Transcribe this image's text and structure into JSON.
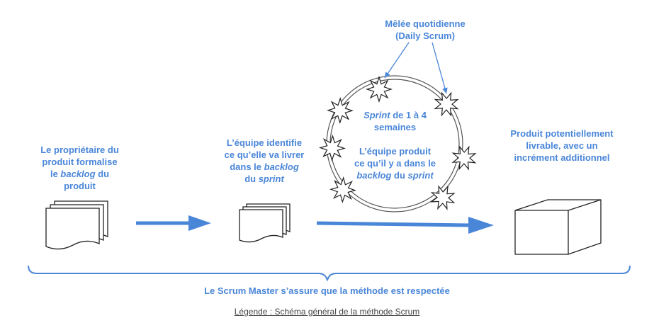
{
  "daily_scrum": {
    "line1": "Mêlée quotidienne",
    "line2": "(Daily Scrum)"
  },
  "owner": {
    "l1": "Le propriétaire du",
    "l2": "produit formalise",
    "l3a": "le ",
    "l3b": "backlog",
    "l3c": " du",
    "l4": "produit"
  },
  "team": {
    "l1": "L’équipe identifie",
    "l2": "ce qu’elle va livrer",
    "l3a": "dans le ",
    "l3b": "backlog",
    "l4a": "du ",
    "l4b": "sprint"
  },
  "sprint": {
    "l1a": "Sprint",
    "l1b": " de 1 à 4",
    "l2": "semaines",
    "l3": "L’équipe produit",
    "l4": "ce qu’il y a dans le",
    "l5a": "backlog",
    "l5b": " du ",
    "l5c": "sprint"
  },
  "product": {
    "l1": "Produit potentiellement",
    "l2": "livrable, avec un",
    "l3": "incrément additionnel"
  },
  "scrum_master": "Le Scrum Master s’assure que la méthode est respectée",
  "caption": "Légende : Schéma général de la méthode Scrum",
  "colors": {
    "accent": "#4a86d8",
    "line": "#333333"
  }
}
